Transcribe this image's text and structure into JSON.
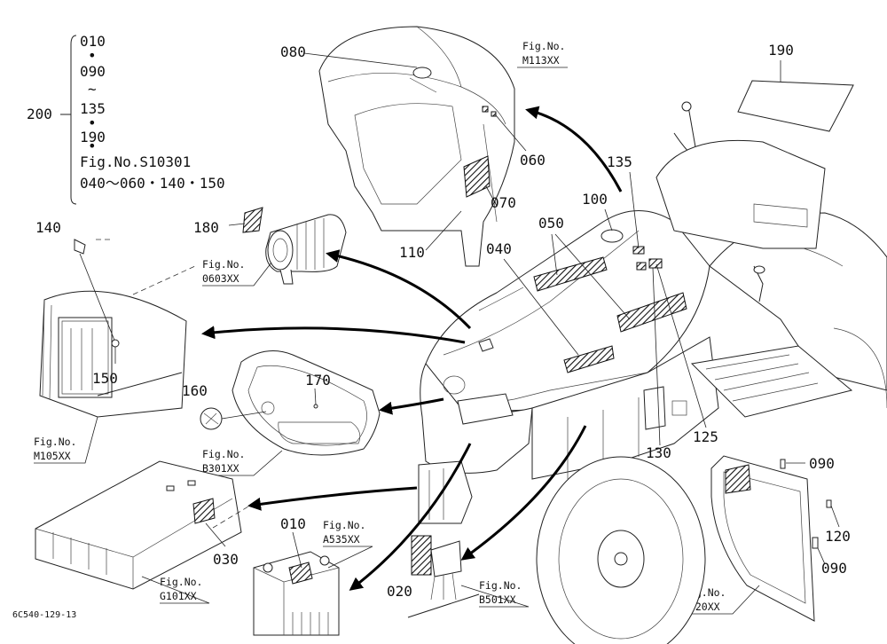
{
  "legend": {
    "assembly": "200",
    "lines": [
      "010",
      "•",
      "090",
      "~",
      "135",
      "•",
      "190",
      "•",
      "Fig.No.S10301",
      "040～060・140・150"
    ]
  },
  "parts": {
    "p010": "010",
    "p020": "020",
    "p030": "030",
    "p040": "040",
    "p050": "050",
    "p060": "060",
    "p070": "070",
    "p080": "080",
    "p090a": "090",
    "p090b": "090",
    "p100": "100",
    "p110": "110",
    "p120": "120",
    "p125": "125",
    "p130": "130",
    "p135": "135",
    "p140": "140",
    "p150": "150",
    "p160": "160",
    "p170": "170",
    "p180": "180",
    "p190": "190"
  },
  "figures": {
    "m113": {
      "label": "Fig.No.",
      "code": "M113XX"
    },
    "f0603": {
      "label": "Fig.No.",
      "code": "0603XX"
    },
    "m105": {
      "label": "Fig.No.",
      "code": "M105XX"
    },
    "b301": {
      "label": "Fig.No.",
      "code": "B301XX"
    },
    "g101": {
      "label": "Fig.No.",
      "code": "G101XX"
    },
    "a535": {
      "label": "Fig.No.",
      "code": "A535XX"
    },
    "b501": {
      "label": "Fig.No.",
      "code": "B501XX"
    },
    "a420": {
      "label": "Fig.No.",
      "code": "A420XX"
    }
  },
  "drawing_code": "6C540-129-13"
}
